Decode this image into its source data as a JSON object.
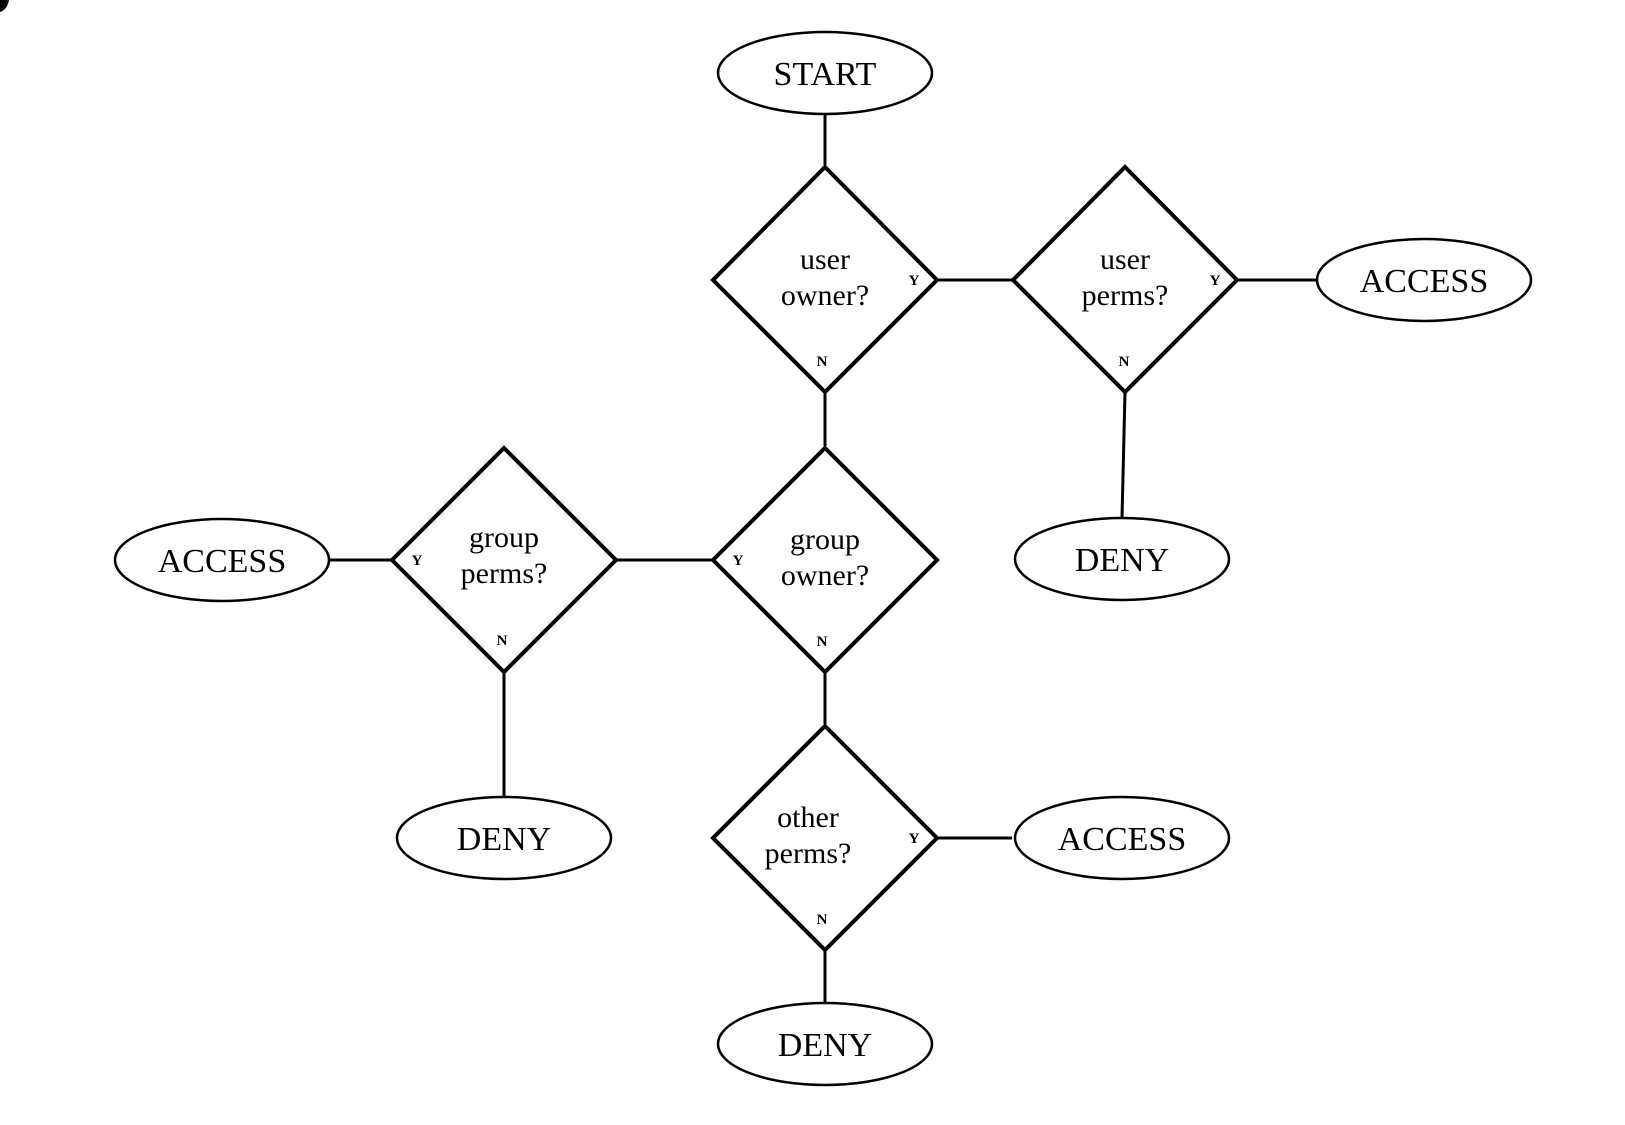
{
  "diagram": {
    "type": "flowchart",
    "nodes": [
      {
        "id": "start",
        "shape": "terminal",
        "label": "START"
      },
      {
        "id": "user_owner",
        "shape": "decision",
        "lines": [
          "user",
          "owner?"
        ],
        "yes_label": "Y",
        "no_label": "N"
      },
      {
        "id": "user_perms",
        "shape": "decision",
        "lines": [
          "user",
          "perms?"
        ],
        "yes_label": "Y",
        "no_label": "N"
      },
      {
        "id": "access_user",
        "shape": "terminal",
        "label": "ACCESS"
      },
      {
        "id": "deny_user",
        "shape": "terminal",
        "label": "DENY"
      },
      {
        "id": "group_owner",
        "shape": "decision",
        "lines": [
          "group",
          "owner?"
        ],
        "yes_label": "Y",
        "no_label": "N"
      },
      {
        "id": "group_perms",
        "shape": "decision",
        "lines": [
          "group",
          "perms?"
        ],
        "yes_label": "Y",
        "no_label": "N"
      },
      {
        "id": "access_group",
        "shape": "terminal",
        "label": "ACCESS"
      },
      {
        "id": "deny_group",
        "shape": "terminal",
        "label": "DENY"
      },
      {
        "id": "other_perms",
        "shape": "decision",
        "lines": [
          "other",
          "perms?"
        ],
        "yes_label": "Y",
        "no_label": "N"
      },
      {
        "id": "access_other",
        "shape": "terminal",
        "label": "ACCESS"
      },
      {
        "id": "deny_other",
        "shape": "terminal",
        "label": "DENY"
      }
    ],
    "edges": [
      {
        "from": "start",
        "to": "user_owner",
        "label": ""
      },
      {
        "from": "user_owner",
        "to": "user_perms",
        "label": "Y"
      },
      {
        "from": "user_perms",
        "to": "access_user",
        "label": "Y"
      },
      {
        "from": "user_perms",
        "to": "deny_user",
        "label": "N"
      },
      {
        "from": "user_owner",
        "to": "group_owner",
        "label": "N"
      },
      {
        "from": "group_owner",
        "to": "group_perms",
        "label": "Y"
      },
      {
        "from": "group_perms",
        "to": "access_group",
        "label": "Y"
      },
      {
        "from": "group_perms",
        "to": "deny_group",
        "label": "N"
      },
      {
        "from": "group_owner",
        "to": "other_perms",
        "label": "N"
      },
      {
        "from": "other_perms",
        "to": "access_other",
        "label": "Y"
      },
      {
        "from": "other_perms",
        "to": "deny_other",
        "label": "N"
      }
    ]
  }
}
